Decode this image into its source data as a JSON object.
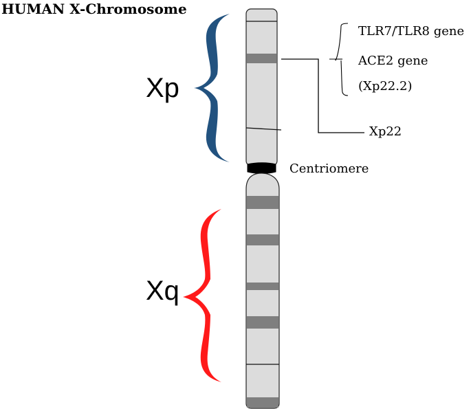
{
  "diagram": {
    "title": "HUMAN X-Chromosome",
    "arm_p": {
      "label": "Xp",
      "brace_color": "#22527f"
    },
    "arm_q": {
      "label": "Xq",
      "brace_color": "#ff1a1a"
    },
    "centromere_label": "Centriomere",
    "band_label": "Xp22",
    "gene_labels": [
      "TLR7/TLR8 gene",
      "ACE2 gene",
      "(Xp22.2)"
    ],
    "colors": {
      "chromosome_fill": "#dcdcdc",
      "band_fill": "#7f7f7f",
      "centromere_fill": "#000000",
      "outline": "#222222"
    }
  }
}
